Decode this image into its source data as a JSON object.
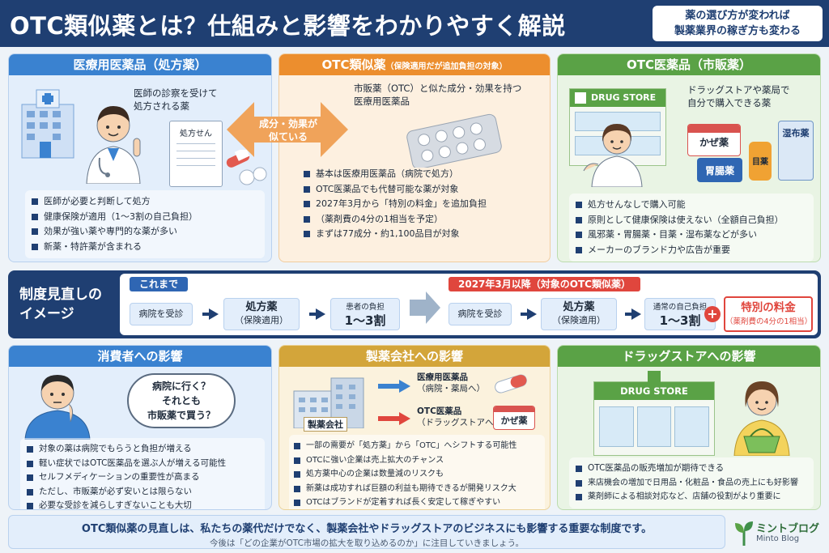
{
  "header": {
    "title": "OTC類似薬とは？仕組みと影響をわかりやすく解説",
    "badge_line1": "薬の選び方が変われば",
    "badge_line2": "製薬業界の稼ぎ方も変わる"
  },
  "rx": {
    "heading": "医療用医薬品（処方薬）",
    "desc_line1": "医師の診察を受けて",
    "desc_line2": "処方される薬",
    "form_label": "処方せん",
    "bullets": [
      "医師が必要と判断して処方",
      "健康保険が適用（1〜3割の自己負担）",
      "効果が強い薬や専門的な薬が多い",
      "新薬・特許薬が含まれる"
    ]
  },
  "middle": {
    "heading": "OTC類似薬",
    "heading_note": "（保険適用だが追加負担の対象）",
    "arrow_line1": "成分・効果が",
    "arrow_line2": "似ている",
    "desc_line1": "市販薬（OTC）と似た成分・効果を持つ",
    "desc_line2": "医療用医薬品",
    "bullets": [
      "基本は医療用医薬品（病院で処方）",
      "OTC医薬品でも代替可能な薬が対象",
      "2027年3月から「特別の料金」を追加負担",
      "（薬剤費の4分の1相当を予定）",
      "まずは77成分・約1,100品目が対象"
    ]
  },
  "otc": {
    "heading": "OTC医薬品（市販薬）",
    "store_sign": "DRUG STORE",
    "desc_line1": "ドラッグストアや薬局で",
    "desc_line2": "自分で購入できる薬",
    "box_cold": "かぜ薬",
    "box_stomach": "胃腸薬",
    "box_eye": "目薬",
    "box_patch": "湿布薬",
    "bullets": [
      "処方せんなしで購入可能",
      "原則として健康保険は使えない（全額自己負担）",
      "風邪薬・胃腸薬・目薬・湿布薬などが多い",
      "メーカーのブランド力や広告が重要"
    ]
  },
  "system": {
    "title_line1": "制度見直しの",
    "title_line2": "イメージ",
    "before_tag": "これまで",
    "after_tag": "2027年3月以降（対象のOTC類似薬）",
    "step_visit": "病院を受診",
    "step_rx": "処方薬",
    "step_rx_sub": "（保険適用）",
    "step_burden_label": "患者の負担",
    "step_burden_value": "1〜3割",
    "step_normal_label": "通常の自己負担",
    "step_normal_value": "1〜3割",
    "plus": "+",
    "special_label": "特別の料金",
    "special_sub": "（薬剤費の4分の1相当）"
  },
  "consumer": {
    "heading": "消費者への影響",
    "bubble_line1": "病院に行く？",
    "bubble_line2": "それとも",
    "bubble_line3": "市販薬で買う？",
    "bullets": [
      "対象の薬は病院でもらうと負担が増える",
      "軽い症状ではOTC医薬品を選ぶ人が増える可能性",
      "セルフメディケーションの重要性が高まる",
      "ただし、市販薬が必ず安いとは限らない",
      "必要な受診を減らしすぎないことも大切"
    ]
  },
  "pharma": {
    "heading": "製薬会社への影響",
    "company_label": "製薬会社",
    "route1_line1": "医療用医薬品",
    "route1_line2": "（病院・薬局へ）",
    "route2_line1": "OTC医薬品",
    "route2_line2": "（ドラッグストアへ）",
    "box_cold": "かぜ薬",
    "bullets": [
      "一部の需要が「処方薬」から「OTC」へシフトする可能性",
      "OTCに強い企業は売上拡大のチャンス",
      "処方薬中心の企業は数量減のリスクも",
      "新薬は成功すれば巨額の利益も期待できるが開発リスク大",
      "OTCはブランドが定着すれば長く安定して稼ぎやすい"
    ]
  },
  "drugstore": {
    "heading": "ドラッグストアへの影響",
    "store_sign": "DRUG STORE",
    "bullets": [
      "OTC医薬品の販売増加が期待できる",
      "来店機会の増加で日用品・化粧品・食品の売上にも好影響",
      "薬剤師による相談対応など、店舗の役割がより重要に"
    ]
  },
  "footer": {
    "main": "OTC類似薬の見直しは、私たちの薬代だけでなく、製薬会社やドラッグストアのビジネスにも影響する重要な制度です。",
    "sub": "今後は「どの企業がOTC市場の拡大を取り込めるのか」に注目していきましょう。"
  },
  "brand": {
    "name": "ミントブログ",
    "sub": "Minto Blog"
  },
  "colors": {
    "navy": "#1f3f72",
    "blue": "#3a82d0",
    "orange": "#ec8e2e",
    "green": "#5aa246",
    "gold": "#d3a53a",
    "red": "#e0463d"
  }
}
